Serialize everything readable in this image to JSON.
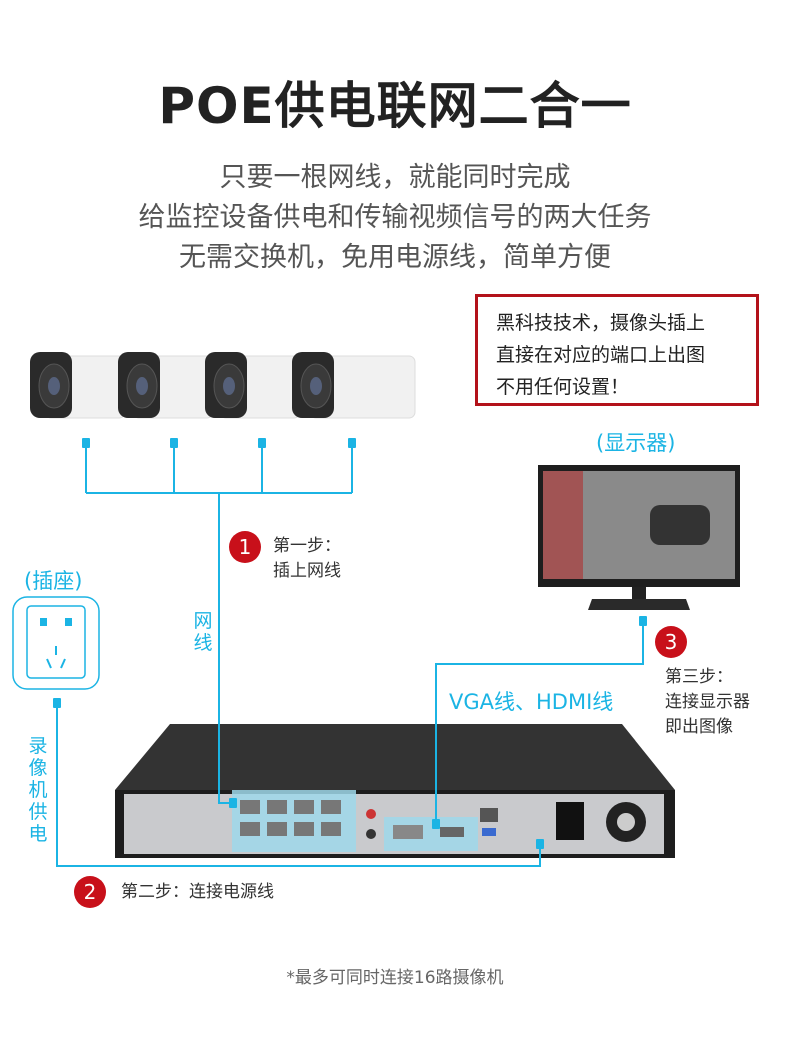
{
  "header": {
    "title": "POE供电联网二合一",
    "subtitle_lines": [
      "只要一根网线，就能同时完成",
      "给监控设备供电和传输视频信号的两大任务",
      "无需交换机，免用电源线，简单方便"
    ]
  },
  "note": {
    "lines": [
      "黑科技技术，摄像头插上",
      "直接在对应的端口上出图",
      "不用任何设置！"
    ]
  },
  "labels": {
    "monitor": "(显示器)",
    "socket": "(插座)",
    "network_cable": "网线",
    "nvr_power": "录像机供电",
    "video_cable": "VGA线、HDMI线"
  },
  "steps": [
    {
      "number": "1",
      "lines": [
        "第一步：",
        "插上网线"
      ]
    },
    {
      "number": "2",
      "lines": [
        "第二步：连接电源线"
      ]
    },
    {
      "number": "3",
      "lines": [
        "第三步：",
        "连接显示器",
        "即出图像"
      ]
    }
  ],
  "footnote": "*最多可同时连接16路摄像机",
  "colors": {
    "accent": "#1bb4e4",
    "step": "#c8101a",
    "note_border": "#b3121a"
  }
}
